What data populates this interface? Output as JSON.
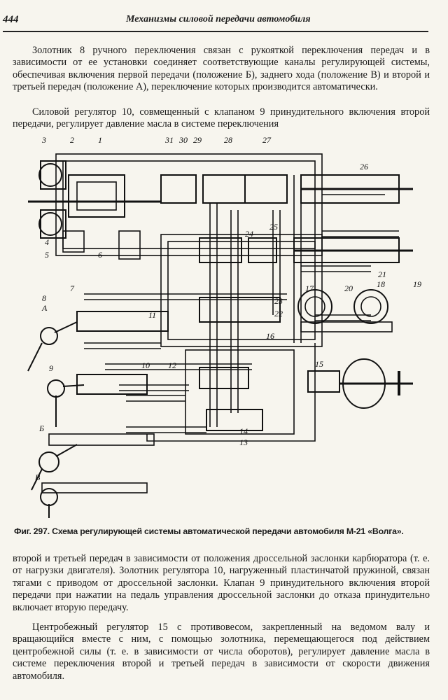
{
  "header": {
    "page_number": "444",
    "running_title": "Механизмы силовой передачи автомобиля"
  },
  "paragraphs": {
    "p1": "Золотник 8 ручного переключения связан с рукояткой переключения передач и в зависимости от ее установки соединяет соответствующие каналы регулирующей системы, обеспечивая включения первой передачи (положение Б), заднего хода (положение В) и второй и третьей передач (положение А), переключение которых производится автоматически.",
    "p2": "Силовой регулятор 10, совмещенный с клапаном 9 принудительного включения второй передачи, регулирует давление масла в системе переключения",
    "p3": "второй и третьей передач в зависимости от положения дроссельной заслонки карбюратора (т. е. от нагрузки двигателя). Золотник регулятора 10, нагруженный пластинчатой пружиной, связан тягами с приводом от дроссельной заслонки. Клапан 9 принудительного включения второй передачи при нажатии на педаль управления дроссельной заслонки до отказа принудительно включает вторую передачу.",
    "p4": "Центробежный регулятор 15 с противовесом, закрепленный на ведомом валу и вращающийся вместе с ним, с помощью золотника, перемещающегося под действием центробежной силы (т. е. в зависимости от числа оборотов), регулирует давление масла в системе переключения второй и третьей передач в зависимости от скорости движения автомобиля."
  },
  "figure": {
    "callouts": [
      "3",
      "2",
      "1",
      "31",
      "30",
      "29",
      "28",
      "27",
      "26",
      "4",
      "5",
      "6",
      "24",
      "25",
      "21",
      "8",
      "А",
      "7",
      "17",
      "20",
      "18",
      "19",
      "23",
      "22",
      "11",
      "16",
      "9",
      "10",
      "12",
      "15",
      "14",
      "13",
      "Б",
      "В"
    ],
    "caption_label": "Фиг. 297.",
    "caption_text": "Схема регулирующей системы автоматической передачи автомобиля М-21 «Волга»."
  }
}
